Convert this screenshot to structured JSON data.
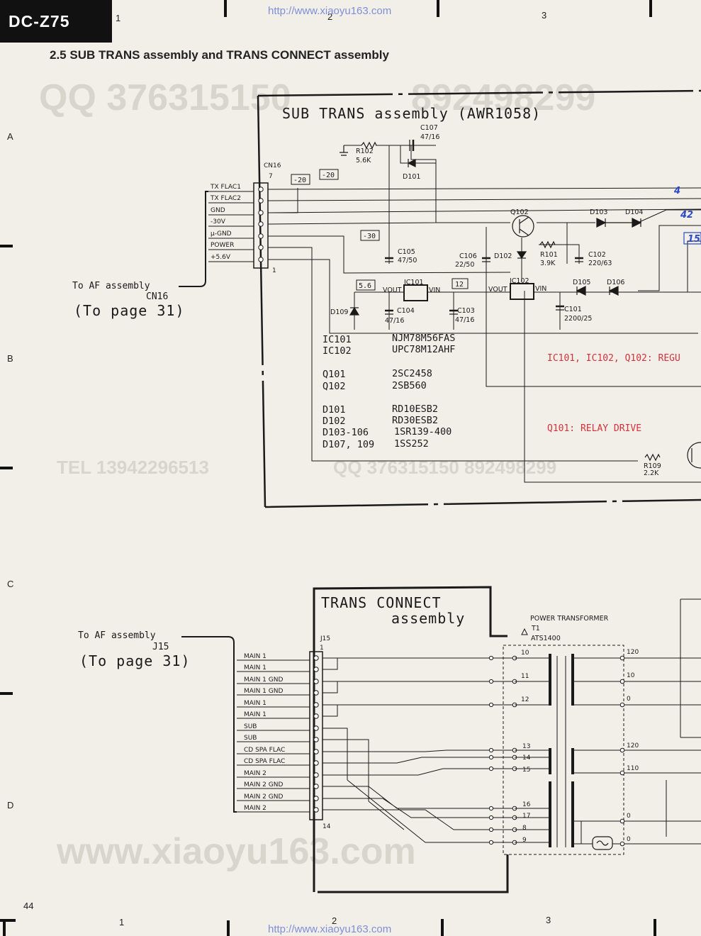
{
  "header": {
    "model": "DC-Z75",
    "watermark_url": "http://www.xiaoyu163.com",
    "section_title": "2.5  SUB TRANS assembly and TRANS CONNECT assembly"
  },
  "grid": {
    "columns": [
      "1",
      "2",
      "3"
    ],
    "rows": [
      "A",
      "B",
      "C",
      "D"
    ]
  },
  "page_number": "44",
  "watermarks": [
    "QQ 376315150",
    "892498299",
    "TEL 13942296513",
    "QQ 376315150 892498299",
    "www.xiaoyu163.com"
  ],
  "sub_trans": {
    "title": "SUB TRANS assembly (AWR1058)",
    "connector": "CN16",
    "pin_top": "7",
    "pin_bottom": "1",
    "pins": [
      "TX FLAC1",
      "TX FLAC2",
      "GND",
      "-30V",
      "μ-GND",
      "POWER",
      "+5.6V"
    ],
    "to_label": "To AF assembly",
    "to_connector": "CN16",
    "to_page": "(To page 31)",
    "tags": [
      "-20",
      "-20",
      "-30",
      "5.6",
      "12"
    ],
    "handwritten": [
      "4",
      "42",
      "15"
    ],
    "components": {
      "r102": [
        "R102",
        "5.6K"
      ],
      "c107": [
        "C107",
        "47/16"
      ],
      "d101": "D101",
      "q102": "Q102",
      "d103": "D103",
      "d104": "D104",
      "c105": [
        "C105",
        "47/50"
      ],
      "c106": [
        "C106",
        "22/50"
      ],
      "d102": "D102",
      "r101": [
        "R101",
        "3.9K"
      ],
      "c102": [
        "C102",
        "220/63"
      ],
      "d109": "D109",
      "ic101": "IC101",
      "ic102": "IC102",
      "vout": "VOUT",
      "vin": "VIN",
      "c104": [
        "C104",
        "47/16"
      ],
      "c103": [
        "C103",
        "47/16"
      ],
      "d105": "D105",
      "d106": "D106",
      "c101": [
        "C101",
        "2200/25"
      ],
      "r109": [
        "R109",
        "2.2K"
      ]
    },
    "parts_list": [
      [
        "IC101",
        "NJM78M56FAS"
      ],
      [
        "IC102",
        "UPC78M12AHF"
      ],
      [
        "Q101",
        "2SC2458"
      ],
      [
        "Q102",
        "2SB560"
      ],
      [
        "D101",
        "RD10ESB2"
      ],
      [
        "D102",
        "RD30ESB2"
      ],
      [
        "D103-106",
        "1SR139-400"
      ],
      [
        "D107, 109",
        "1SS252"
      ]
    ],
    "note_regulator": "IC101, IC102, Q102: REGU",
    "note_relay": "Q101: RELAY DRIVE"
  },
  "trans_connect": {
    "title_line1": "TRANS CONNECT",
    "title_line2": "assembly",
    "connector": "J15",
    "pin_top": "1",
    "pin_bottom": "14",
    "pins": [
      "MAIN 1",
      "MAIN 1",
      "MAIN 1 GND",
      "MAIN 1 GND",
      "MAIN 1",
      "MAIN 1",
      "SUB",
      "SUB",
      "CD SPA FLAC",
      "CD SPA FLAC",
      "MAIN 2",
      "MAIN 2 GND",
      "MAIN 2 GND",
      "MAIN 2"
    ],
    "to_label": "To AF assembly",
    "to_connector": "J15",
    "to_page": "(To page 31)",
    "transformer_label": "POWER TRANSFORMER",
    "transformer_ref": "T1",
    "transformer_part": "ATS1400",
    "primary_pins": [
      "10",
      "11",
      "12",
      "13",
      "14",
      "15",
      "16",
      "17",
      "8",
      "9"
    ],
    "secondary_taps": [
      "120",
      "10",
      "0",
      "120",
      "110",
      "0",
      "0"
    ]
  },
  "colors": {
    "ink": "#1a1a1a",
    "background": "#f1efe8",
    "note_red": "#d6313c",
    "handwriting_blue": "#2b49c8",
    "url_blue": "#7f8fd8"
  }
}
